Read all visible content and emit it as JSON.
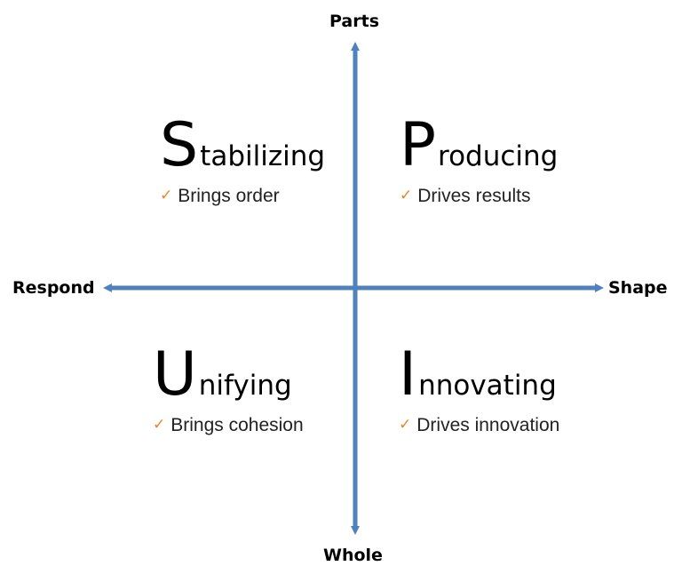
{
  "axes": {
    "top": "Parts",
    "bottom": "Whole",
    "left": "Respond",
    "right": "Shape",
    "color": "#4f81bd"
  },
  "quadrants": [
    {
      "initial": "S",
      "rest": "tabilizing",
      "item": "Brings order"
    },
    {
      "initial": "P",
      "rest": "roducing",
      "item": "Drives results"
    },
    {
      "initial": "U",
      "rest": "nifying",
      "item": "Brings cohesion"
    },
    {
      "initial": "I",
      "rest": "nnovating",
      "item": "Drives innovation"
    }
  ],
  "check_icon": "check-mark-icon",
  "check_color": "#e8862e"
}
